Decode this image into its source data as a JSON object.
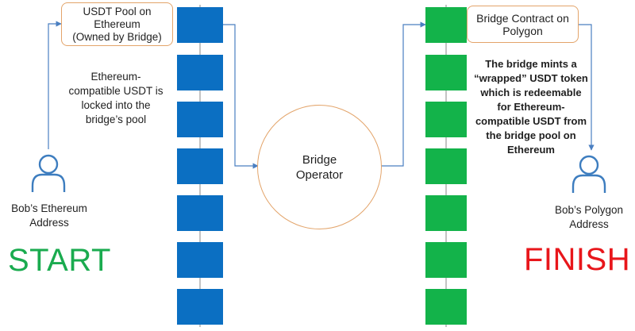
{
  "eth_pool_box": {
    "text": "USDT Pool on\nEthereum\n(Owned by Bridge)"
  },
  "polygon_contract_box": {
    "text": "Bridge Contract on\nPolygon"
  },
  "eth_lock_note": {
    "text": "Ethereum-\ncompatible USDT is\nlocked into the\nbridge’s pool"
  },
  "polygon_mint_note": {
    "text": "The bridge mints a\n“wrapped” USDT token\nwhich is redeemable\nfor Ethereum-\ncompatible USDT from\nthe bridge pool on\nEthereum"
  },
  "operator": {
    "text": "Bridge\nOperator"
  },
  "bob_eth": {
    "label": "Bob’s Ethereum\nAddress"
  },
  "bob_polygon": {
    "label": "Bob’s Polygon\nAddress"
  },
  "start_label": {
    "text": "START",
    "color": "#1aab4f"
  },
  "finish_label": {
    "text": "FINISH",
    "color": "#e8161b"
  },
  "colors": {
    "eth_chain_block": "#0b6fc2",
    "polygon_chain_block": "#13b34a",
    "connector": "#4a7fc1",
    "box_border": "#e3a46a",
    "person_icon": "#3d7dbf"
  }
}
